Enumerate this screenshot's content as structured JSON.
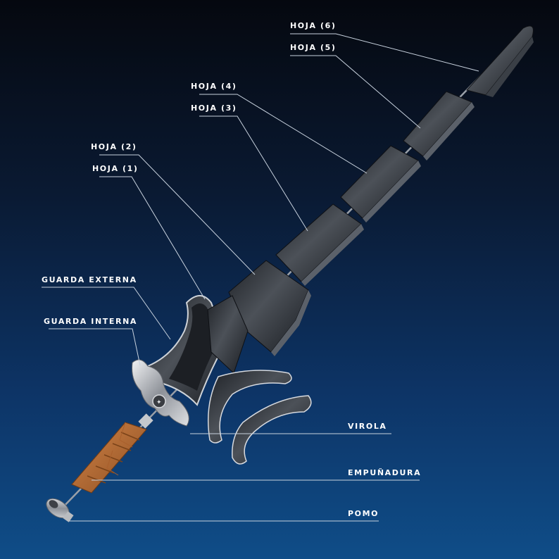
{
  "colors": {
    "background_top": "#05080f",
    "background_bottom": "#0f4d88",
    "label_text": "#ffffff",
    "leader_line": "#c8d2de",
    "blade": "#2e3238",
    "blade_highlight": "#6d737b",
    "grip_leather": "#b86a33",
    "metal": "#c9ccd1"
  },
  "labels": {
    "hoja6": "HOJA (6)",
    "hoja5": "HOJA (5)",
    "hoja4": "HOJA (4)",
    "hoja3": "HOJA (3)",
    "hoja2": "HOJA (2)",
    "hoja1": "HOJA (1)",
    "guarda_externa": "GUARDA EXTERNA",
    "guarda_interna": "GUARDA INTERNA",
    "virola": "VIROLA",
    "empunadura": "EMPUÑADURA",
    "pomo": "POMO"
  }
}
